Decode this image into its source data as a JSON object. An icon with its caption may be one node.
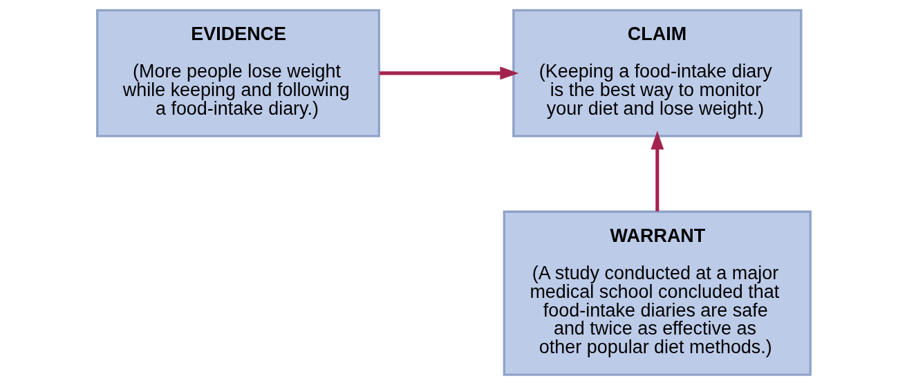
{
  "diagram": {
    "nodes": [
      {
        "text": [
          "EVIDENCE",
          "(More people lose weight while keeping and following a food-intake diary.)"
        ]
      },
      {
        "text": [
          "CLAIM",
          "(Keeping a food-intake diary is the best way to monitor your diet and lose weight.)"
        ]
      },
      {
        "text": [
          "WARRANT",
          "(A study conducted at a major medical school concluded that food-intake diaries are safe and twice as effective as other popular diet methods.)"
        ]
      }
    ],
    "edges": [
      {
        "from": 0,
        "to": 1,
        "arrow": "to"
      },
      {
        "from": 2,
        "to": 1,
        "arrow": "to"
      }
    ]
  }
}
